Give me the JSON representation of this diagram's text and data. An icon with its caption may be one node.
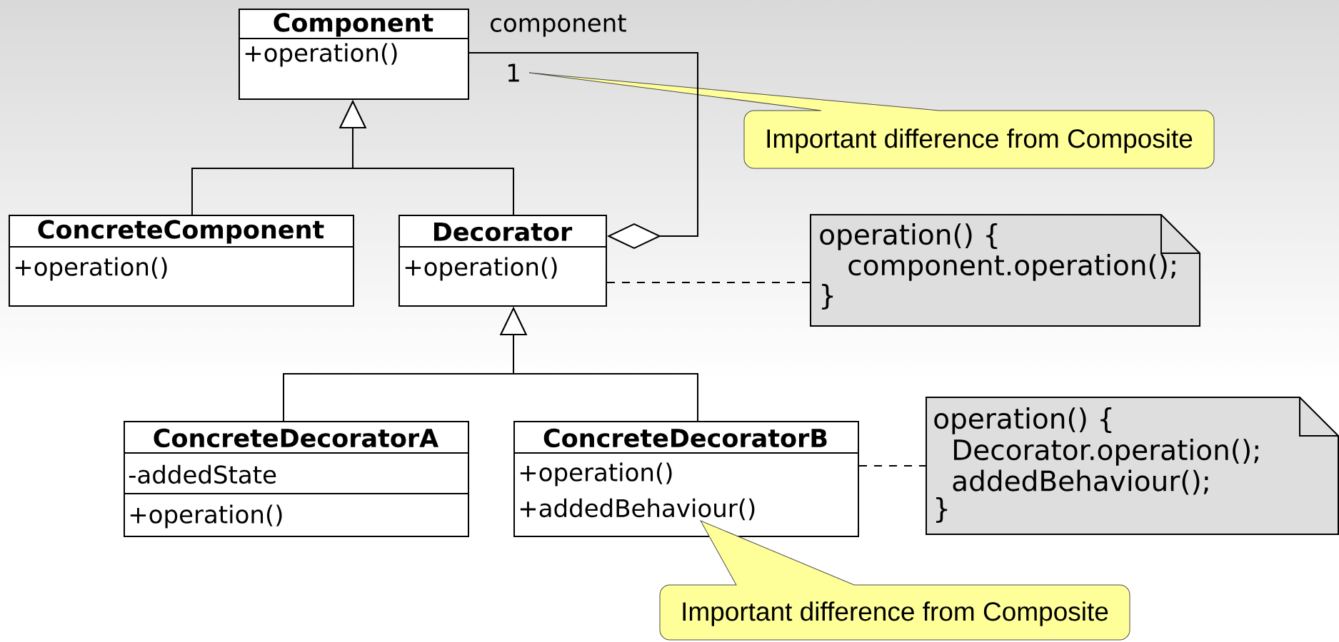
{
  "diagram": {
    "nodes": [
      {
        "text": [
          "Component",
          "+operation()"
        ]
      },
      {
        "text": [
          "ConcreteComponent",
          "+operation()"
        ]
      },
      {
        "text": [
          "Decorator",
          "+operation()"
        ]
      },
      {
        "text": [
          "ConcreteDecoratorA",
          "-addedState",
          "+operation()"
        ]
      },
      {
        "text": [
          "ConcreteDecoratorB",
          "+operation()",
          "+addedBehaviour()"
        ]
      },
      {
        "text": [
          "operation() {",
          "component.operation();",
          "}"
        ]
      },
      {
        "text": [
          "operation() {",
          "Decorator.operation();",
          "addedBehaviour();",
          "}"
        ]
      },
      {
        "text": [
          "Important difference from Composite"
        ]
      },
      {
        "text": [
          "Important difference from Composite"
        ]
      }
    ],
    "edges": [
      {
        "from": 1,
        "to": 0,
        "arrow": "to"
      },
      {
        "from": 2,
        "to": 0,
        "arrow": "to"
      },
      {
        "from": 3,
        "to": 2,
        "arrow": "to"
      },
      {
        "from": 4,
        "to": 2,
        "arrow": "to"
      },
      {
        "from": 2,
        "to": 0,
        "arrow": "other",
        "label": "component"
      },
      {
        "from": 2,
        "to": 5,
        "arrow": "none",
        "style": "dashed"
      },
      {
        "from": 4,
        "to": 6,
        "arrow": "none",
        "style": "dashed"
      }
    ],
    "labels": [
      "1"
    ]
  }
}
